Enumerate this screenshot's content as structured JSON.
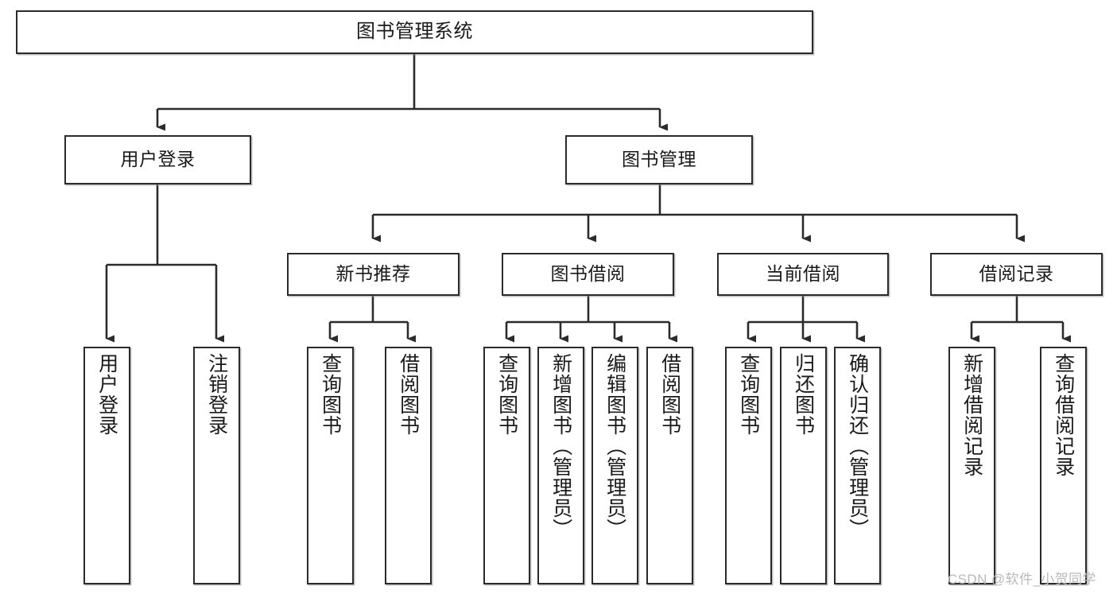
{
  "diagram": {
    "type": "tree",
    "title": "图书管理系统",
    "watermark": "CSDN @软件_小贺同学",
    "colors": {
      "box_border": "#2b2b2b",
      "box_fill": "#ffffff",
      "connector": "#2b2b2b",
      "watermark": "#b9b9b9"
    },
    "levels": {
      "root": [
        "图书管理系统"
      ],
      "level2": [
        "用户登录",
        "图书管理"
      ],
      "level3": [
        "新书推荐",
        "图书借阅",
        "当前借阅",
        "借阅记录"
      ],
      "leaves": [
        "用户登录",
        "注销登录",
        "查询图书",
        "借阅图书",
        "查询图书",
        "新增图书（管理员）",
        "编辑图书（管理员）",
        "借阅图书",
        "查询图书",
        "归还图书",
        "确认归还（管理员）",
        "新增借阅记录",
        "查询借阅记录"
      ]
    },
    "nodes": {
      "root": {
        "label": "图书管理系统"
      },
      "user_login": {
        "label": "用户登录"
      },
      "book_manage": {
        "label": "图书管理"
      },
      "new_book_rec": {
        "label": "新书推荐"
      },
      "book_borrow": {
        "label": "图书借阅"
      },
      "current_borrow": {
        "label": "当前借阅"
      },
      "borrow_record": {
        "label": "借阅记录"
      },
      "leaf_user_login": {
        "label": "用户登录"
      },
      "leaf_logout": {
        "label": "注销登录"
      },
      "leaf_query_book_1": {
        "label": "查询图书"
      },
      "leaf_borrow_book_1": {
        "label": "借阅图书"
      },
      "leaf_query_book_2": {
        "label": "查询图书"
      },
      "leaf_add_book_admin": {
        "label": "新增图书（管理员）"
      },
      "leaf_edit_book_admin": {
        "label": "编辑图书（管理员）"
      },
      "leaf_borrow_book_2": {
        "label": "借阅图书"
      },
      "leaf_query_book_3": {
        "label": "查询图书"
      },
      "leaf_return_book": {
        "label": "归还图书"
      },
      "leaf_confirm_return_admin": {
        "label": "确认归还（管理员）"
      },
      "leaf_add_borrow_record": {
        "label": "新增借阅记录"
      },
      "leaf_query_borrow_record": {
        "label": "查询借阅记录"
      }
    },
    "edges": [
      {
        "from": "root",
        "to": "user_login"
      },
      {
        "from": "root",
        "to": "book_manage"
      },
      {
        "from": "user_login",
        "to": "leaf_user_login"
      },
      {
        "from": "user_login",
        "to": "leaf_logout"
      },
      {
        "from": "book_manage",
        "to": "new_book_rec"
      },
      {
        "from": "book_manage",
        "to": "book_borrow"
      },
      {
        "from": "book_manage",
        "to": "current_borrow"
      },
      {
        "from": "book_manage",
        "to": "borrow_record"
      },
      {
        "from": "new_book_rec",
        "to": "leaf_query_book_1"
      },
      {
        "from": "new_book_rec",
        "to": "leaf_borrow_book_1"
      },
      {
        "from": "book_borrow",
        "to": "leaf_query_book_2"
      },
      {
        "from": "book_borrow",
        "to": "leaf_add_book_admin"
      },
      {
        "from": "book_borrow",
        "to": "leaf_edit_book_admin"
      },
      {
        "from": "book_borrow",
        "to": "leaf_borrow_book_2"
      },
      {
        "from": "current_borrow",
        "to": "leaf_query_book_3"
      },
      {
        "from": "current_borrow",
        "to": "leaf_return_book"
      },
      {
        "from": "current_borrow",
        "to": "leaf_confirm_return_admin"
      },
      {
        "from": "borrow_record",
        "to": "leaf_add_borrow_record"
      },
      {
        "from": "borrow_record",
        "to": "leaf_query_borrow_record"
      }
    ]
  }
}
